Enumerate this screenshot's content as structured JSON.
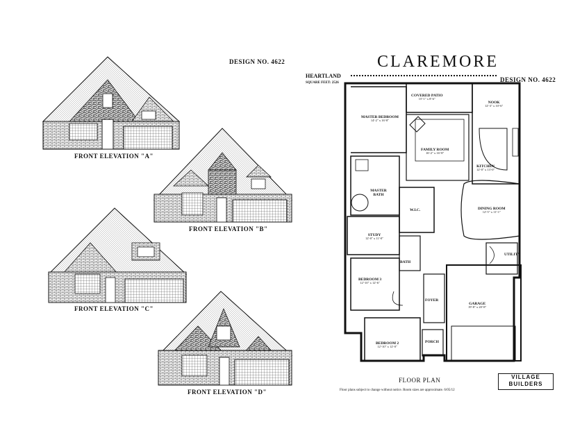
{
  "elevations": {
    "design_number": "DESIGN NO. 4622",
    "labels": [
      "FRONT ELEVATION \"A\"",
      "FRONT ELEVATION \"B\"",
      "FRONT ELEVATION \"C\"",
      "FRONT ELEVATION \"D\""
    ]
  },
  "floorplan": {
    "title": "CLAREMORE",
    "series": "HEARTLAND",
    "square_feet": "SQUARE FEET: 2526",
    "design_number": "DESIGN NO. 4622",
    "caption": "FLOOR PLAN",
    "disclaimer": "Floor plans subject to change without notice. Room sizes are approximate. 6/05/12",
    "logo_line1": "VILLAGE",
    "logo_line2": "BUILDERS",
    "rooms": [
      {
        "name": "COVERED PATIO",
        "dims": "15'-1\" x 8'-6\""
      },
      {
        "name": "NOOK",
        "dims": "12'-3\" x 10'-6\""
      },
      {
        "name": "MASTER BEDROOM",
        "dims": "14'-2\" x 16'-8\""
      },
      {
        "name": "FAMILY ROOM",
        "dims": "16'-2\" x 16'-8\""
      },
      {
        "name": "KITCHEN",
        "dims": "12'-0\" x 13'-0\""
      },
      {
        "name": "MASTER BATH",
        "dims": ""
      },
      {
        "name": "W.I.C.",
        "dims": ""
      },
      {
        "name": "DINING ROOM",
        "dims": "12'-5\" x 11'-1\""
      },
      {
        "name": "STUDY",
        "dims": "12'-0\" x 11'-0\""
      },
      {
        "name": "UTILITY",
        "dims": ""
      },
      {
        "name": "BATH",
        "dims": ""
      },
      {
        "name": "BEDROOM 3",
        "dims": "12'-10\" x 12'-6\""
      },
      {
        "name": "FOYER",
        "dims": ""
      },
      {
        "name": "GARAGE",
        "dims": "19'-8\" x 20'-8\""
      },
      {
        "name": "BEDROOM 2",
        "dims": "12'-10\" x 12'-0\""
      },
      {
        "name": "PORCH",
        "dims": ""
      }
    ]
  },
  "colors": {
    "ink": "#111111",
    "paper": "#ffffff",
    "hatch": "#555555"
  }
}
